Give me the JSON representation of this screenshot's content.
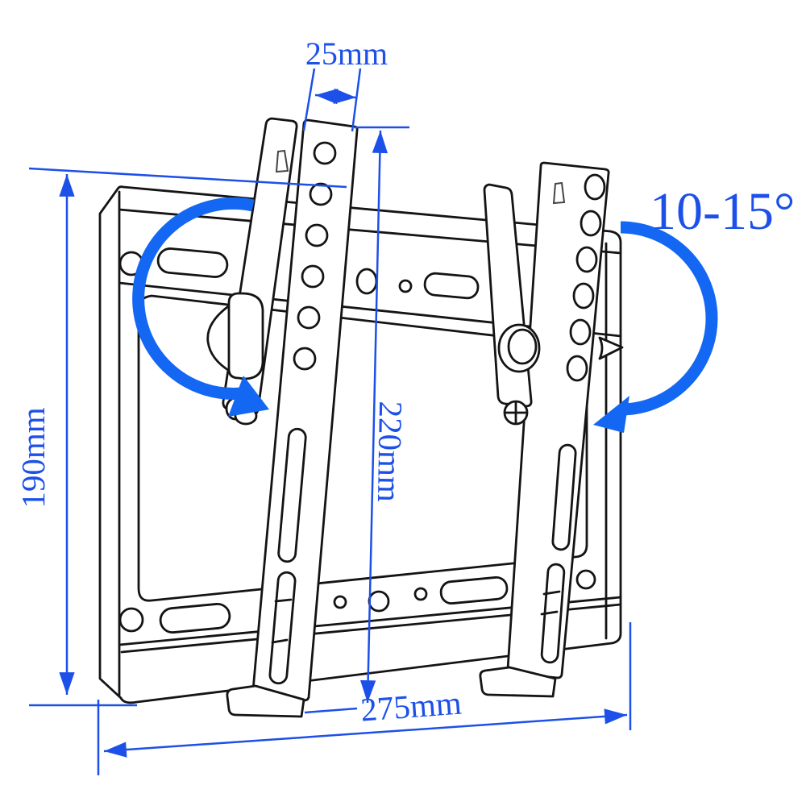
{
  "figure": {
    "title": "Tilting TV wall-mount bracket dimension diagram",
    "labels": {
      "bracket_width": "25mm",
      "wall_plate_height": "190mm",
      "bracket_height": "220mm",
      "wall_plate_width": "275mm",
      "tilt_range": "10-15°"
    },
    "colors": {
      "annotation_blue": "#1c50e8",
      "rotation_arrow_blue": "#1467f2",
      "line_black": "#141414",
      "background": "#ffffff"
    },
    "icons": [
      "rotation-arrow-left-icon",
      "rotation-arrow-right-icon",
      "dimension-arrowhead-icon"
    ]
  }
}
